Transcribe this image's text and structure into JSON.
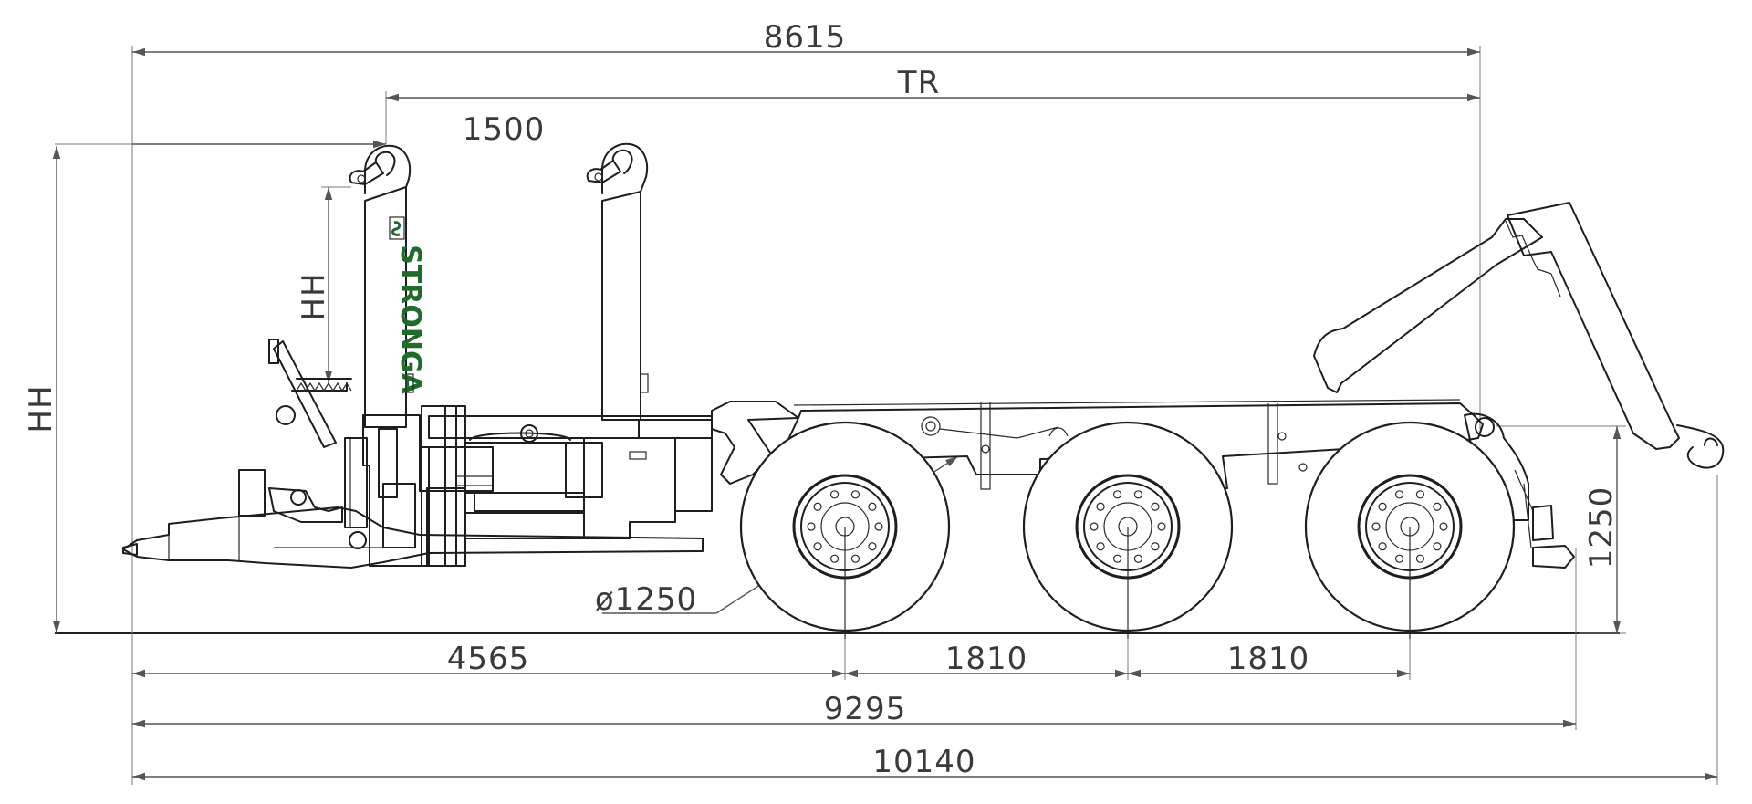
{
  "dimensions": {
    "overall_top": "8615",
    "tr": "TR",
    "hook_span": "1500",
    "hh_small": "HH",
    "hh_large": "HH",
    "ground_clearance": "1250",
    "wheel_diameter": "ø1250",
    "front_axle": "4565",
    "axle_spacing_1": "1810",
    "axle_spacing_2": "1810",
    "length_inner": "9295",
    "length_total": "10140"
  },
  "branding": {
    "model": "STRONGA"
  },
  "colors": {
    "line": "#1e1e1e",
    "dimension": "#555555",
    "brand_green": "#1f6b2a"
  },
  "icons": {
    "logo": "brand-logo-icon"
  }
}
